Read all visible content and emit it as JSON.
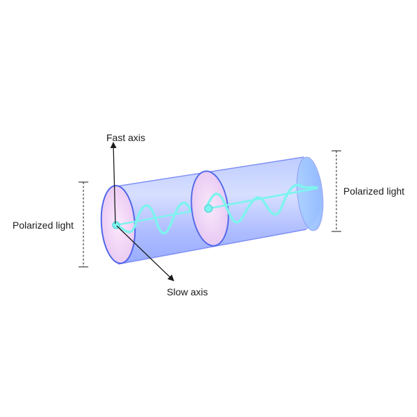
{
  "labels": {
    "fast_axis": "Fast axis",
    "slow_axis": "Slow axis",
    "polarized_light_left": "Polarized light",
    "polarized_light_right": "Polarized light"
  },
  "colors": {
    "cylinder_light": "#c9d6ff",
    "cylinder_mid": "#9bb1ff",
    "cylinder_edge": "#7f8ff5",
    "disc_fill": "#f0cdf5",
    "disc_stroke": "#5b6fe8",
    "wave": "#7ff3ee",
    "axis_line": "#7ff3ee",
    "text": "#1a1a1a"
  }
}
